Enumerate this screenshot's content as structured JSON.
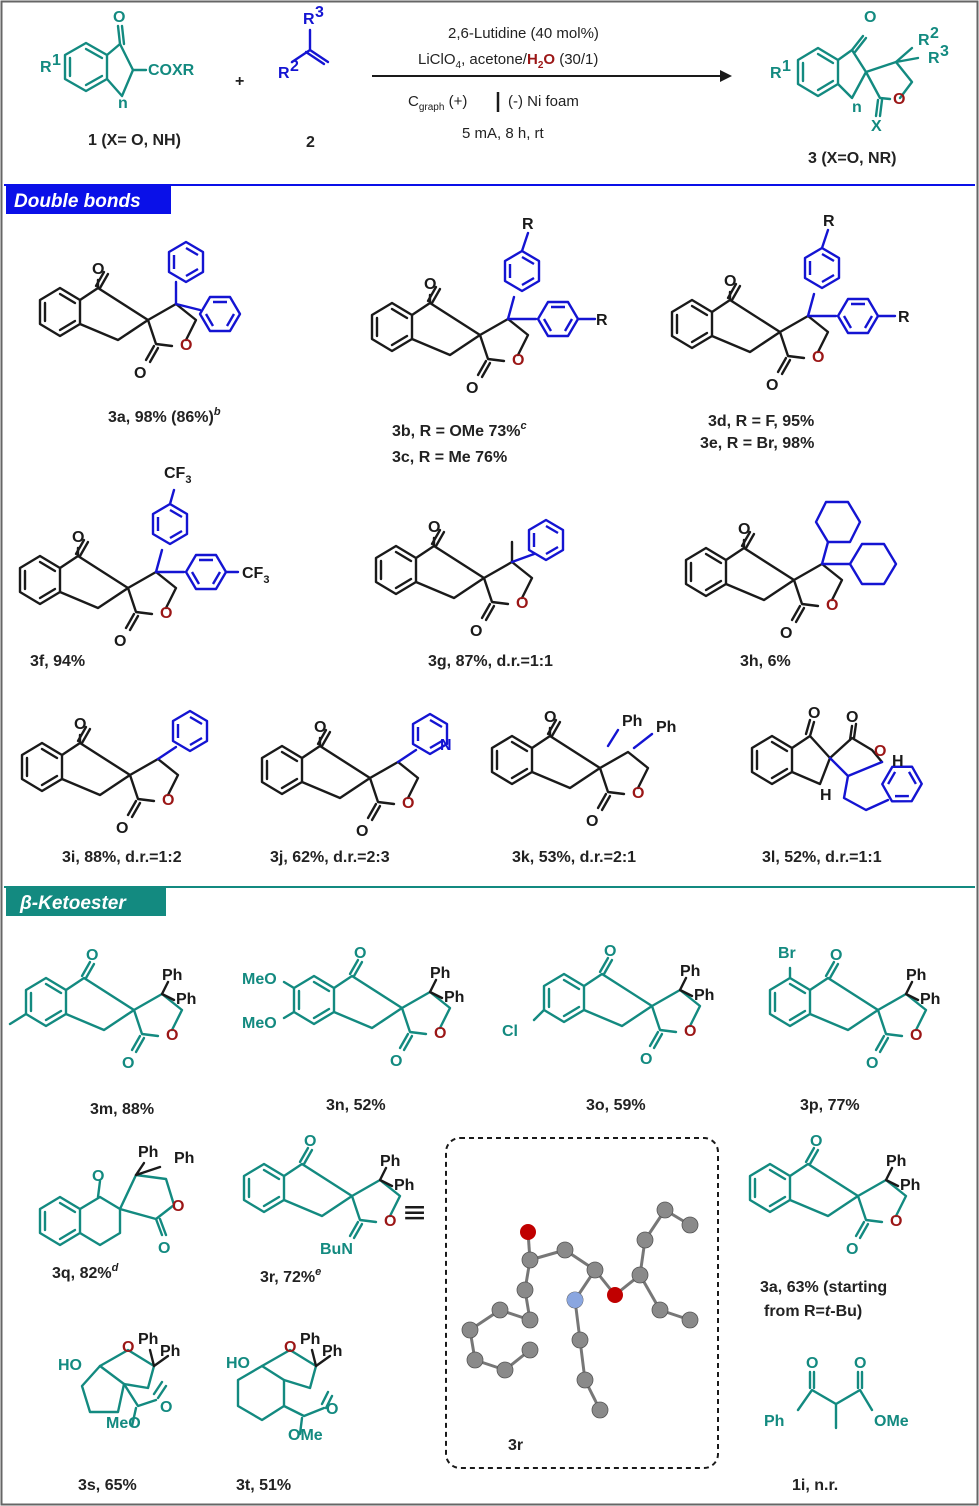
{
  "colors": {
    "black": "#1a1a1a",
    "blue": "#1414d2",
    "teal": "#138a80",
    "red": "#9b1616",
    "header_blue": "#0a10e8",
    "header_teal": "#138a80"
  },
  "scheme": {
    "sm1_R": "R",
    "sm1_R_sup": "1",
    "sm1_O": "O",
    "sm1_n": "n",
    "sm1_group": "COXR",
    "sm1_label": "1 (X= O, NH)",
    "plus": "+",
    "sm2_R3": "R",
    "sm2_R3_sup": "3",
    "sm2_R2": "R",
    "sm2_R2_sup": "2",
    "sm2_label": "2",
    "cond_line1": "2,6-Lutidine (40 mol%)",
    "cond_line2a": "LiClO",
    "cond_line2_sub": "4",
    "cond_line2b": ", acetone/",
    "cond_line2_h2o": "H",
    "cond_line2_h2o_sub": "2",
    "cond_line2_o": "O",
    "cond_line2c": " (30/1)",
    "cond_line3a": "C",
    "cond_line3_sub": "graph",
    "cond_line3b": " (+)",
    "cond_line3c": "(-) Ni foam",
    "cond_line4": "5 mA, 8 h, rt",
    "prod_label": "3 (X=O, NR)",
    "prod_X": "X",
    "prod_O": "O"
  },
  "sections": {
    "double_bonds": "Double bonds",
    "ketoester": "β-Ketoester"
  },
  "compounds": {
    "c3a": {
      "label": "3a, 98% (86%)",
      "sup": "b"
    },
    "c3b": {
      "label": "3b, R = OMe 73%",
      "sup": "c"
    },
    "c3c": {
      "label": "3c, R = Me 76%"
    },
    "c3d": {
      "label": "3d, R = F, 95%"
    },
    "c3e": {
      "label": "3e, R = Br, 98%"
    },
    "c3f": {
      "label": "3f, 94%"
    },
    "c3g": {
      "label": "3g, 87%, d.r.=1:1"
    },
    "c3h": {
      "label": "3h, 6%"
    },
    "c3i": {
      "label": "3i, 88%, d.r.=1:2"
    },
    "c3j": {
      "label": "3j, 62%, d.r.=2:3"
    },
    "c3k": {
      "label": "3k, 53%, d.r.=2:1"
    },
    "c3l": {
      "label": "3l, 52%,  d.r.=1:1"
    },
    "c3m": {
      "label": "3m, 88%"
    },
    "c3n": {
      "label": "3n, 52%"
    },
    "c3o": {
      "label": "3o, 59%"
    },
    "c3p": {
      "label": "3p, 77%"
    },
    "c3q": {
      "label": "3q, 82%",
      "sup": "d"
    },
    "c3r": {
      "label": "3r, 72%",
      "sup": "e"
    },
    "c3r_xray": {
      "label": "3r"
    },
    "c3a_alt": {
      "label1": "3a, 63% (starting",
      "label2a": "from R=",
      "label2b": "t",
      "label2c": "-Bu)"
    },
    "c3s": {
      "label": "3s, 65%"
    },
    "c3t": {
      "label": "3t, 51%"
    },
    "c1i": {
      "label": "1i, n.r."
    }
  },
  "atoms": {
    "O": "O",
    "R": "R",
    "CF3": "CF",
    "CF3_sub": "3",
    "Ph": "Ph",
    "N": "N",
    "H": "H",
    "MeO": "MeO",
    "Cl": "Cl",
    "Br": "Br",
    "BuN": "BuN",
    "HO": "HO",
    "OMe": "OMe",
    "equiv": "≡"
  }
}
